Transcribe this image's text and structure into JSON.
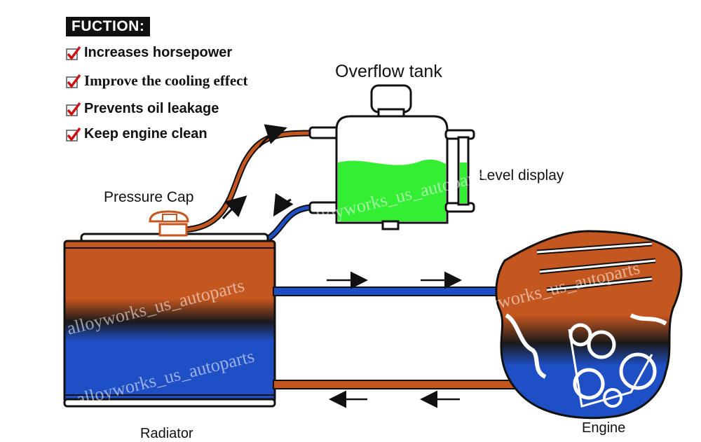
{
  "header": {
    "title": "FUCTION:"
  },
  "features": [
    {
      "text": "Increases horsepower"
    },
    {
      "text": "Improve the cooling effect"
    },
    {
      "text": "Prevents oil leakage"
    },
    {
      "text": "Keep engine clean"
    }
  ],
  "labels": {
    "overflow_tank": "Overflow tank",
    "level_display": "Level display",
    "pressure_cap": "Pressure Cap",
    "radiator": "Radiator",
    "engine": "Engine"
  },
  "watermark": "alloyworks_us_autoparts",
  "colors": {
    "hot": "#c4561f",
    "cold": "#1f4fc4",
    "coolant": "#33ee33",
    "check": "#cc1111"
  }
}
